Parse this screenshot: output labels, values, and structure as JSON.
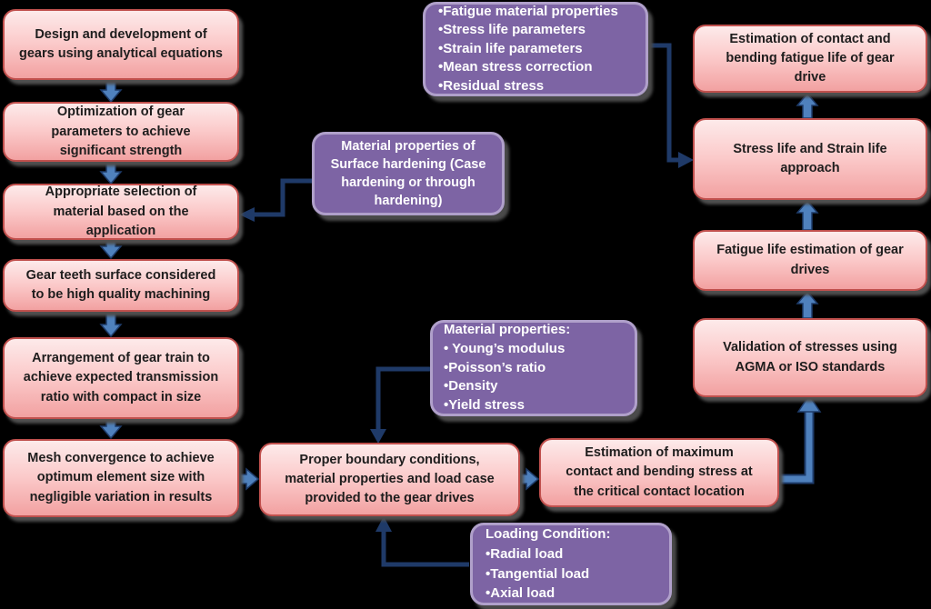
{
  "flowchart": {
    "background_color": "#000000",
    "colors": {
      "pink_fill_top": "#fdeaea",
      "pink_fill_bottom": "#f2a1a1",
      "pink_border": "#c0504d",
      "pink_text": "#1e1d1d",
      "purple_fill": "#7d64a4",
      "purple_border": "#b0a0ca",
      "purple_text": "#ffffff",
      "arrow_blue": "#4f81bd",
      "connector_navy": "#1f3a68"
    },
    "left_column": {
      "step1": "Design and development of\ngears using analytical equations",
      "step2": "Optimization of gear\nparameters to achieve\nsignificant strength",
      "step3": "Appropriate selection of\nmaterial based on the\napplication",
      "step4": "Gear teeth surface considered\nto be high quality machining",
      "step5": "Arrangement of gear train to\nachieve expected transmission\nratio with compact in size",
      "step6": "Mesh convergence to achieve\noptimum element size with\nnegligible variation in results"
    },
    "center": {
      "boundary_conditions": "Proper boundary conditions,\nmaterial properties and load case\nprovided to the gear drives",
      "max_stress_estimation": "Estimation of maximum\ncontact and bending stress at\nthe critical contact location",
      "fatigue_parameters_note": "•Fatigue material properties\n•Stress life parameters\n•Strain life parameters\n•Mean stress correction\n•Residual stress",
      "surface_hardening_note": "Material properties of\nSurface hardening (Case\nhardening or through\nhardening)",
      "material_properties_note": "Material properties:\n• Young’s modulus\n•Poisson’s ratio\n•Density\n•Yield stress",
      "loading_condition_note": "Loading Condition:\n•Radial load\n•Tangential load\n•Axial load"
    },
    "right_column": {
      "contact_bending_life": "Estimation of contact and\nbending fatigue life of gear\ndrive",
      "stress_strain_approach": "Stress life and Strain life\napproach",
      "fatigue_life_estimation": "Fatigue life estimation of gear\ndrives",
      "stress_validation": "Validation of stresses using\nAGMA or ISO standards"
    }
  }
}
